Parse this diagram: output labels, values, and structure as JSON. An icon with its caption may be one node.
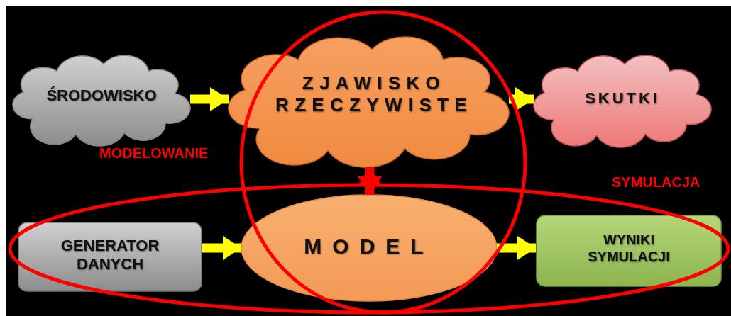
{
  "diagram": {
    "nodes": [
      {
        "text": [
          "ŚRODOWISKO"
        ]
      },
      {
        "text": [
          "ZJAWISKO RZECZYWISTE"
        ]
      },
      {
        "text": [
          "SKUTKI"
        ]
      },
      {
        "text": [
          "GENERATOR DANYCH"
        ]
      },
      {
        "text": [
          "MODEL"
        ]
      },
      {
        "text": [
          "WYNIKI SYMULACJI"
        ]
      }
    ],
    "edges": [
      {
        "from": 0,
        "to": 1,
        "arrow": "to"
      },
      {
        "from": 1,
        "to": 2,
        "arrow": "to"
      },
      {
        "from": 1,
        "to": 4,
        "arrow": "both",
        "color": "#ff0000"
      },
      {
        "from": 3,
        "to": 4,
        "arrow": "to"
      },
      {
        "from": 4,
        "to": 5,
        "arrow": "to"
      }
    ],
    "labels": [
      "MODELOWANIE",
      "SYMULACJA"
    ]
  }
}
